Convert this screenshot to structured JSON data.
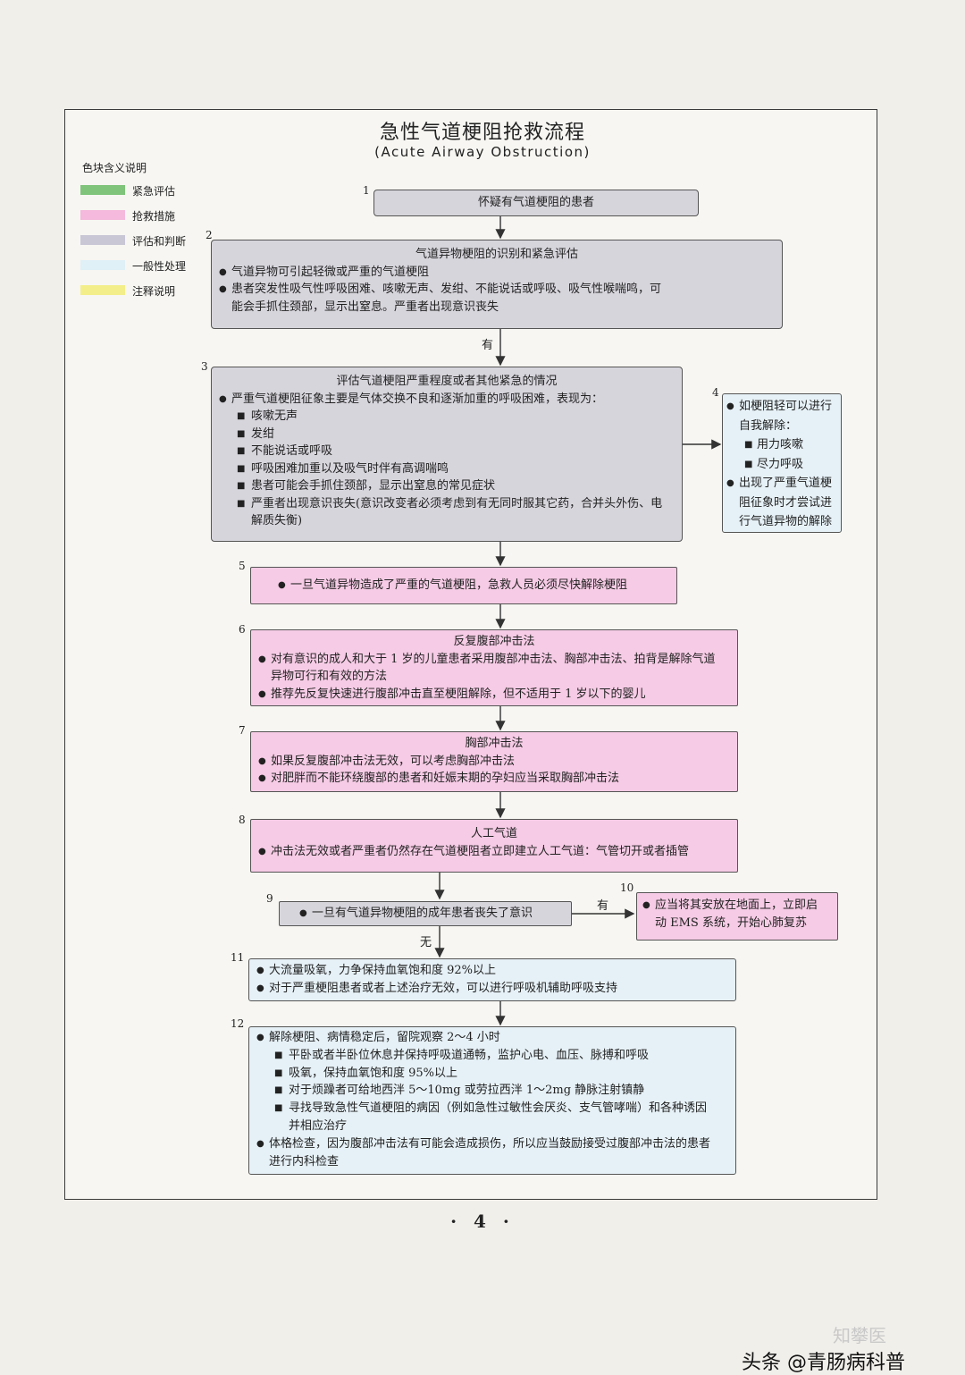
{
  "title_cn": "急性气道梗阻抢救流程",
  "title_en": "(Acute Airway Obstruction)",
  "legend": {
    "title": "色块含义说明",
    "items": [
      {
        "label": "紧急评估",
        "color": "#7fc47a"
      },
      {
        "label": "抢救措施",
        "color": "#f4b9dc"
      },
      {
        "label": "评估和判断",
        "color": "#c9c7d6"
      },
      {
        "label": "一般性处理",
        "color": "#dff0f6"
      },
      {
        "label": "注释说明",
        "color": "#f3ee8a"
      }
    ]
  },
  "steps": {
    "s1": {
      "num": "1",
      "text": "怀疑有气道梗阻的患者"
    },
    "s2": {
      "num": "2",
      "head": "气道异物梗阻的识别和紧急评估",
      "b1": "气道异物可引起轻微或严重的气道梗阻",
      "b2": "患者突发性吸气性呼吸困难、咳嗽无声、发绀、不能说话或呼吸、吸气性喉喘鸣，可",
      "b2c": "能会手抓住颈部，显示出窒息。严重者出现意识丧失"
    },
    "s3": {
      "num": "3",
      "head": "评估气道梗阻严重程度或者其他紧急的情况",
      "b1": "严重气道梗阻征象主要是气体交换不良和逐渐加重的呼吸困难，表现为：",
      "subs": [
        "咳嗽无声",
        "发绀",
        "不能说话或呼吸",
        "呼吸困难加重以及吸气时伴有高调喘鸣",
        "患者可能会手抓住颈部，显示出窒息的常见症状"
      ],
      "sub6": "严重者出现意识丧失(意识改变者必须考虑到有无同时服其它药，合并头外伤、电",
      "sub6c": "解质失衡)"
    },
    "s4": {
      "num": "4",
      "b1": "如梗阻轻可以进行",
      "b1c": "自我解除：",
      "subs": [
        "用力咳嗽",
        "尽力呼吸"
      ],
      "b2": "出现了严重气道梗",
      "b2c1": "阻征象时才尝试进",
      "b2c2": "行气道异物的解除"
    },
    "s5": {
      "num": "5",
      "text": "一旦气道异物造成了严重的气道梗阻，急救人员必须尽快解除梗阻"
    },
    "s6": {
      "num": "6",
      "head": "反复腹部冲击法",
      "b1": "对有意识的成人和大于 1 岁的儿童患者采用腹部冲击法、胸部冲击法、拍背是解除气道",
      "b1c": "异物可行和有效的方法",
      "b2": "推荐先反复快速进行腹部冲击直至梗阻解除，但不适用于 1 岁以下的婴儿"
    },
    "s7": {
      "num": "7",
      "head": "胸部冲击法",
      "b1": "如果反复腹部冲击法无效，可以考虑胸部冲击法",
      "b2": "对肥胖而不能环绕腹部的患者和妊娠末期的孕妇应当采取胸部冲击法"
    },
    "s8": {
      "num": "8",
      "head": "人工气道",
      "b1": "冲击法无效或者严重者仍然存在气道梗阻者立即建立人工气道：气管切开或者插管"
    },
    "s9": {
      "num": "9",
      "text": "一旦有气道异物梗阻的成年患者丧失了意识"
    },
    "s10": {
      "num": "10",
      "b1": "应当将其安放在地面上，立即启",
      "b1c": "动 EMS 系统，开始心肺复苏"
    },
    "s11": {
      "num": "11",
      "b1": "大流量吸氧，力争保持血氧饱和度 92%以上",
      "b2": "对于严重梗阻患者或者上述治疗无效，可以进行呼吸机辅助呼吸支持"
    },
    "s12": {
      "num": "12",
      "b1": "解除梗阻、病情稳定后，留院观察 2～4 小时",
      "subs": [
        "平卧或者半卧位休息并保持呼吸道通畅，监护心电、血压、脉搏和呼吸",
        "吸氧，保持血氧饱和度 95%以上",
        "对于烦躁者可给地西泮 5～10mg 或劳拉西泮 1～2mg 静脉注射镇静"
      ],
      "sub4": "寻找导致急性气道梗阻的病因（例如急性过敏性会厌炎、支气管哮喘）和各种诱因",
      "sub4c": "并相应治疗",
      "b2": "体格检查，因为腹部冲击法有可能会造成损伤，所以应当鼓励接受过腹部冲击法的患者",
      "b2c": "进行内科检查"
    }
  },
  "edge_labels": {
    "yes_2_3": "有",
    "yes_9_10": "有",
    "no_9_11": "无"
  },
  "page_number": "· 4 ·",
  "watermark_faint": "知攀医",
  "credit": "头条 @青肠病科普"
}
